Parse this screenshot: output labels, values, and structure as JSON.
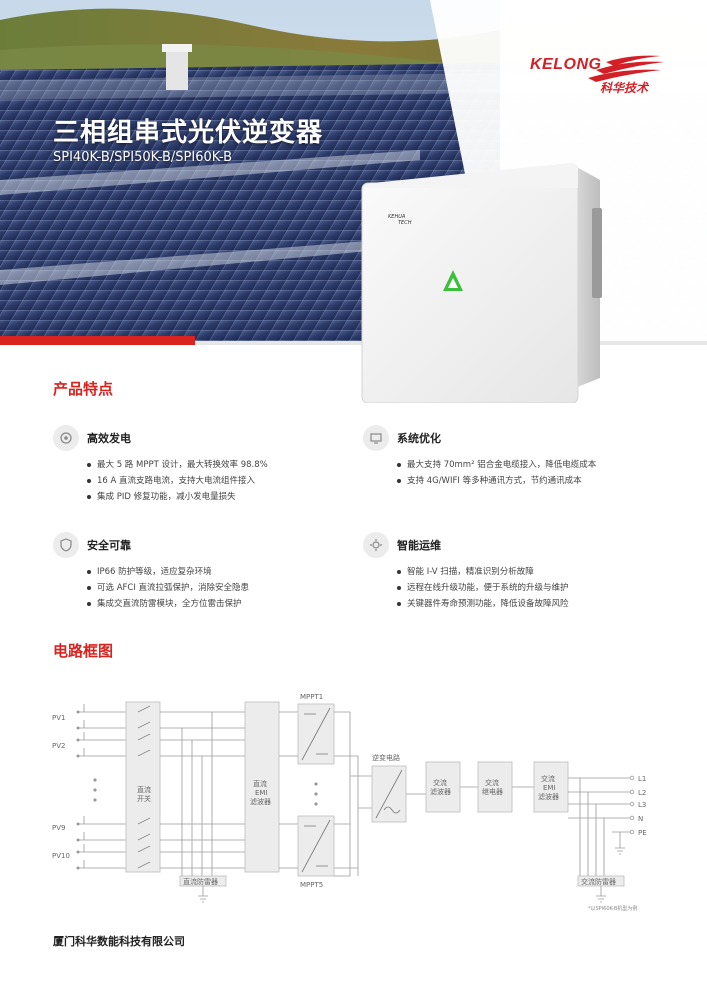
{
  "hero": {
    "title": "三相组串式光伏逆变器",
    "models": "SPI40K-B/SPI50K-B/SPI60K-B"
  },
  "logo": {
    "text_en": "KELONG",
    "text_cn": "科华技术",
    "device_badge_top": "KEHUA",
    "device_badge_bottom": "TECH"
  },
  "features_section": {
    "title": "产品特点",
    "items": [
      {
        "icon": "efficiency-icon",
        "title": "高效发电",
        "bullets": [
          "最大 5 路 MPPT 设计，最大转换效率 98.8%",
          "16 A 直流支路电流，支持大电流组件接入",
          "集成 PID 修复功能，减小发电量损失"
        ]
      },
      {
        "icon": "system-optimize-icon",
        "title": "系统优化",
        "bullets": [
          "最大支持 70mm² 铝合金电缆接入，降低电缆成本",
          "支持 4G/WIFI 等多种通讯方式，节约通讯成本"
        ]
      },
      {
        "icon": "shield-icon",
        "title": "安全可靠",
        "bullets": [
          "IP66 防护等级，适应复杂环境",
          "可选 AFCI 直流拉弧保护，消除安全隐患",
          "集成交直流防雷模块，全方位雷击保护"
        ]
      },
      {
        "icon": "smart-om-icon",
        "title": "智能运维",
        "bullets": [
          "智能 I-V 扫描，精准识别分析故障",
          "远程在线升级功能，便于系统的升级与维护",
          "关键器件寿命预测功能，降低设备故障风险"
        ]
      }
    ]
  },
  "diagram_section": {
    "title": "电路框图",
    "labels": {
      "pv1": "PV1",
      "pv2": "PV2",
      "pv9": "PV9",
      "pv10": "PV10",
      "dc_switch": [
        "直流",
        "开关"
      ],
      "dc_emi": [
        "直流",
        "EMI",
        "滤波器"
      ],
      "mppt1": "MPPT1",
      "mppt5": "MPPT5",
      "inverter_circuit": "逆变电路",
      "ac_filter": [
        "交流",
        "滤波器"
      ],
      "ac_relay": [
        "交流",
        "继电器"
      ],
      "ac_emi": [
        "交流",
        "EMI",
        "滤波器"
      ],
      "dc_spd": "直流防雷器",
      "ac_spd": "交流防雷器",
      "l1": "L1",
      "l2": "L2",
      "l3": "L3",
      "n": "N",
      "pe": "PE",
      "note": "*以SPI60K-B机型为例"
    }
  },
  "footer": {
    "company": "厦门科华数能科技有限公司"
  },
  "colors": {
    "accent": "#d8231f",
    "block_fill": "#ececec",
    "led_green": "#3cbf3c"
  }
}
